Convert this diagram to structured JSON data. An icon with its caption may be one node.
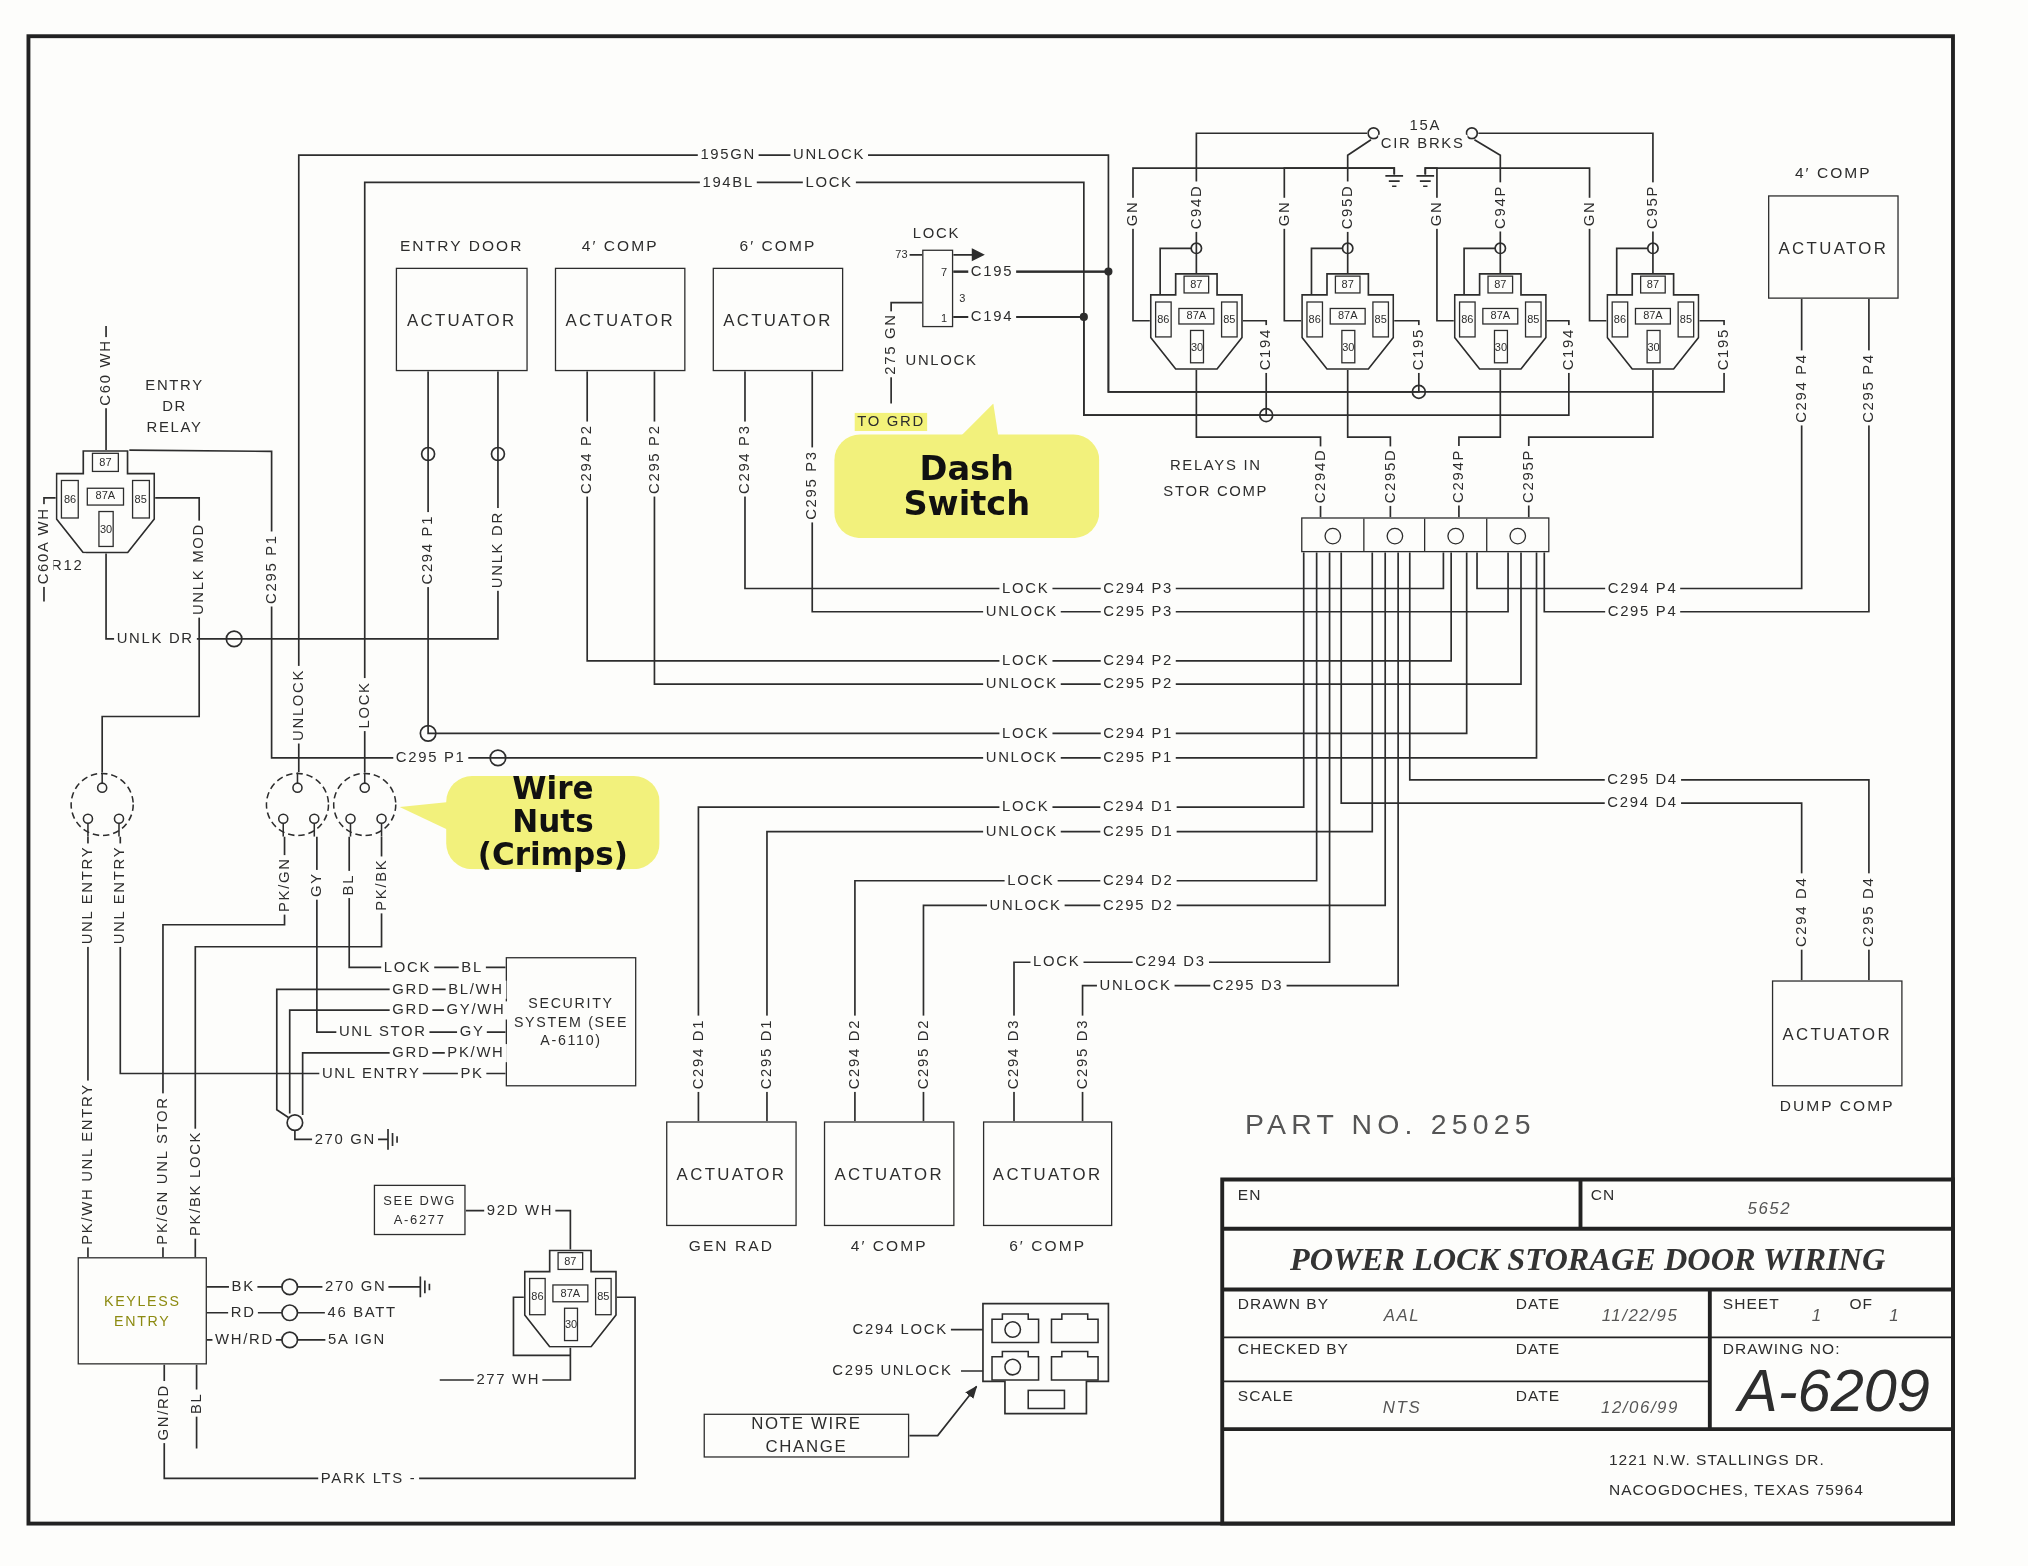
{
  "diagram": {
    "title": "POWER LOCK STORAGE DOOR WIRING",
    "nodes": [
      {
        "text": [
          "ENTRY DOOR",
          "ACTUATOR"
        ]
      },
      {
        "text": [
          "4′ COMP",
          "ACTUATOR"
        ]
      },
      {
        "text": [
          "6′ COMP",
          "ACTUATOR"
        ]
      },
      {
        "text": [
          "7",
          "1"
        ],
        "beside": [
          "LOCK",
          "73",
          "3",
          "UNLOCK"
        ]
      },
      {
        "text": [
          "Dash Switch"
        ]
      },
      {
        "text": [
          "87",
          "86",
          "87A",
          "85",
          "30"
        ],
        "beside": [
          "ENTRY DR RELAY",
          "R12"
        ]
      },
      {
        "text": [
          "87",
          "86",
          "87A",
          "85",
          "30"
        ]
      },
      {
        "text": [
          "87",
          "86",
          "87A",
          "85",
          "30"
        ]
      },
      {
        "text": [
          "87",
          "86",
          "87A",
          "85",
          "30"
        ]
      },
      {
        "text": [
          "87",
          "86",
          "87A",
          "85",
          "30"
        ]
      },
      {
        "text": [],
        "shape": "box"
      },
      {
        "text": [
          "4′ COMP",
          "ACTUATOR"
        ]
      },
      {
        "text": [
          "ACTUATOR",
          "DUMP COMP"
        ]
      },
      {
        "text": [
          "ACTUATOR",
          "GEN RAD"
        ]
      },
      {
        "text": [
          "ACTUATOR",
          "4′ COMP"
        ]
      },
      {
        "text": [
          "ACTUATOR",
          "6′ COMP"
        ]
      },
      {
        "text": [
          "SECURITY SYSTEM (SEE A-6110)"
        ]
      },
      {
        "text": [
          "KEYLESS ENTRY"
        ]
      },
      {
        "text": [
          "SEE DWG A-6277"
        ]
      },
      {
        "text": [
          "87",
          "86",
          "87A",
          "85",
          "30"
        ]
      },
      {
        "text": [],
        "shape": "box"
      },
      {
        "text": [
          "NOTE WIRE CHANGE"
        ]
      },
      {
        "text": [
          "Wire Nuts (Crimps)"
        ]
      },
      {
        "text": [],
        "shape": "circle"
      },
      {
        "text": [],
        "shape": "circle"
      },
      {
        "text": [],
        "shape": "circle"
      },
      {
        "text": [],
        "shape": "circle"
      },
      {
        "text": [],
        "shape": "circle"
      },
      {
        "text": [],
        "shape": "ground"
      },
      {
        "text": [],
        "shape": "ground"
      }
    ],
    "edges": [
      {
        "from": 0,
        "to": 10,
        "arrow": "none"
      },
      {
        "from": 0,
        "to": 5,
        "arrow": "none"
      },
      {
        "from": 5,
        "to": 10,
        "arrow": "none"
      },
      {
        "from": 5,
        "to": 23,
        "arrow": "none"
      },
      {
        "from": 1,
        "to": 10,
        "arrow": "none"
      },
      {
        "from": 1,
        "to": 10,
        "arrow": "none"
      },
      {
        "from": 2,
        "to": 10,
        "arrow": "none"
      },
      {
        "from": 2,
        "to": 10,
        "arrow": "none"
      },
      {
        "from": 11,
        "to": 10,
        "arrow": "none"
      },
      {
        "from": 11,
        "to": 10,
        "arrow": "none"
      },
      {
        "from": 12,
        "to": 10,
        "arrow": "none"
      },
      {
        "from": 12,
        "to": 10,
        "arrow": "none"
      },
      {
        "from": 13,
        "to": 10,
        "arrow": "none"
      },
      {
        "from": 13,
        "to": 10,
        "arrow": "none"
      },
      {
        "from": 14,
        "to": 10,
        "arrow": "none"
      },
      {
        "from": 14,
        "to": 10,
        "arrow": "none"
      },
      {
        "from": 15,
        "to": 10,
        "arrow": "none"
      },
      {
        "from": 15,
        "to": 10,
        "arrow": "none"
      },
      {
        "from": 6,
        "to": 10,
        "arrow": "none"
      },
      {
        "from": 7,
        "to": 10,
        "arrow": "none"
      },
      {
        "from": 8,
        "to": 10,
        "arrow": "none"
      },
      {
        "from": 9,
        "to": 10,
        "arrow": "none"
      },
      {
        "from": 3,
        "to": 6,
        "arrow": "none"
      },
      {
        "from": 3,
        "to": 8,
        "arrow": "none"
      },
      {
        "from": 3,
        "to": 7,
        "arrow": "none"
      },
      {
        "from": 3,
        "to": 9,
        "arrow": "none"
      },
      {
        "from": 24,
        "to": 3,
        "arrow": "none"
      },
      {
        "from": 25,
        "to": 3,
        "arrow": "none"
      },
      {
        "from": 23,
        "to": 17,
        "arrow": "none"
      },
      {
        "from": 23,
        "to": 16,
        "arrow": "none"
      },
      {
        "from": 24,
        "to": 17,
        "arrow": "none"
      },
      {
        "from": 24,
        "to": 16,
        "arrow": "none"
      },
      {
        "from": 25,
        "to": 16,
        "arrow": "none"
      },
      {
        "from": 25,
        "to": 17,
        "arrow": "none"
      },
      {
        "from": 17,
        "to": 19,
        "arrow": "none"
      },
      {
        "from": 18,
        "to": 19,
        "arrow": "none"
      },
      {
        "from": 21,
        "to": 20,
        "arrow": "to"
      },
      {
        "from": 6,
        "to": 26,
        "arrow": "none"
      },
      {
        "from": 7,
        "to": 26,
        "arrow": "none"
      },
      {
        "from": 8,
        "to": 27,
        "arrow": "none"
      },
      {
        "from": 9,
        "to": 27,
        "arrow": "none"
      },
      {
        "from": 6,
        "to": 28,
        "arrow": "none"
      },
      {
        "from": 7,
        "to": 28,
        "arrow": "none"
      },
      {
        "from": 8,
        "to": 29,
        "arrow": "none"
      },
      {
        "from": 9,
        "to": 29,
        "arrow": "none"
      }
    ],
    "labels": [
      "15A",
      "195GN",
      "UNLOCK",
      "CIR BRKS",
      "194BL",
      "LOCK",
      "GN",
      "C94D",
      "GN",
      "C95D",
      "GN",
      "C94P",
      "GN",
      "C95P",
      "C195",
      "C194",
      "C60 WH",
      "C294 P2",
      "C295 P2",
      "C294 P3",
      "C295 P3",
      "275 GN",
      "TO GRD",
      "RELAYS IN",
      "STOR COMP",
      "C194",
      "C294D",
      "C295D",
      "C195",
      "C294P",
      "C295P",
      "C194",
      "C195",
      "C294 P4",
      "C295 P4",
      "C60A WH",
      "UNLK MOD",
      "C295 P1",
      "C294 P1",
      "UNLK DR",
      "LOCK",
      "C294 P3",
      "C294 P4",
      "UNLOCK",
      "C295 P3",
      "C295 P4",
      "UNLK DR",
      "LOCK",
      "C294 P2",
      "UNLOCK",
      "LOCK",
      "UNLOCK",
      "C295 P2",
      "LOCK",
      "C294 P1",
      "C295 P1",
      "UNLOCK",
      "C295 P1",
      "C295 D4",
      "LOCK",
      "C294 D1",
      "C294 D4",
      "UNLOCK",
      "C295 D1",
      "UNL ENTRY",
      "UNL ENTRY",
      "PK/GN",
      "GY",
      "BL",
      "PK/BK",
      "LOCK",
      "C294 D2",
      "UNLOCK",
      "C295 D2",
      "C294 D4",
      "C295 D4",
      "LOCK",
      "BL",
      "LOCK",
      "C294 D3",
      "GRD",
      "BL/WH",
      "UNLOCK",
      "C295 D3",
      "GRD",
      "GY/WH",
      "UNL ENTRY",
      "UNL STOR",
      "GRD",
      "GY",
      "PK",
      "PK/WH",
      "C294 D1",
      "C295 D1",
      "C294 D2",
      "C295 D2",
      "C294 D3",
      "C295 D3",
      "PK/WH UNL ENTRY",
      "PK/GN UNL STOR",
      "PK/BK LOCK",
      "270 GN",
      "92D WH",
      "EN",
      "PART NO. 25025",
      "CN",
      "5652",
      "BK",
      "270 GN",
      "RD",
      "46 BATT",
      "C294 LOCK",
      "DRAWN BY",
      "AAL",
      "DATE",
      "11/22/95",
      "SHEET",
      "1",
      "OF",
      "1",
      "WH/RD",
      "5A IGN",
      "CHECKED BY",
      "DATE",
      "DRAWING NO:",
      "GN/RD",
      "BL",
      "277 WH",
      "C295 UNLOCK",
      "SCALE",
      "NTS",
      "DATE",
      "12/06/99",
      "A-6209",
      "1221 N.W. STALLINGS DR.",
      "PARK LTS -",
      "NACOGDOCHES, TEXAS 75964"
    ]
  }
}
